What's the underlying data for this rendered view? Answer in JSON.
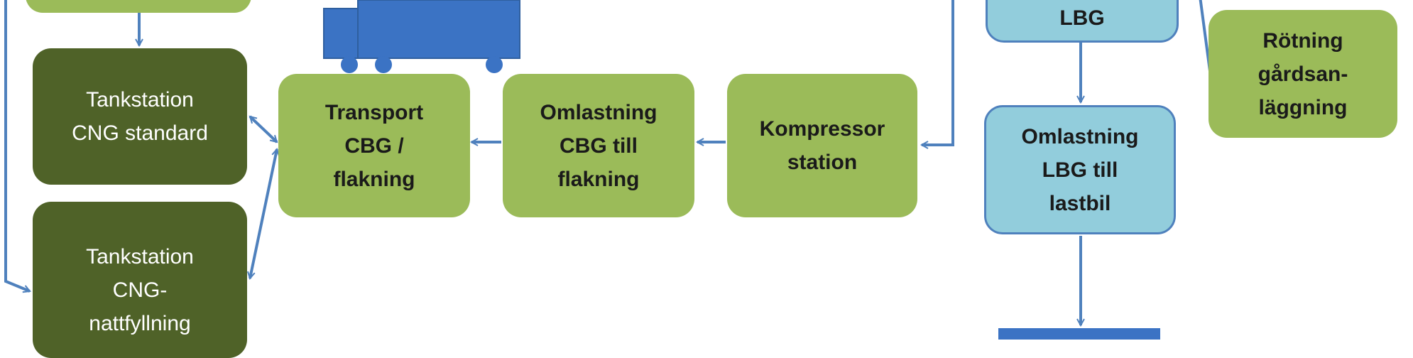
{
  "diagram": {
    "nodes": {
      "tank_cng_standard": "Tankstation\nCNG standard",
      "tank_cng_night": "Tankstation\nCNG-\nnattfyllning",
      "transport_cbg": "Transport\nCBG /\nflakning",
      "omlastning_cbg": "Omlastning\nCBG till\nflakning",
      "kompressor": "Kompressor\nstation",
      "lbg": "LBG",
      "omlastning_lbg": "Omlastning\nLBG till\nlastbil",
      "rotning": "Rötning\ngårdsan-\nläggning"
    },
    "colors": {
      "dark_green": "#4f6228",
      "light_green": "#9bbb59",
      "light_blue": "#92cddc",
      "blue": "#4f81bd",
      "truck_blue": "#3b73c4"
    }
  }
}
